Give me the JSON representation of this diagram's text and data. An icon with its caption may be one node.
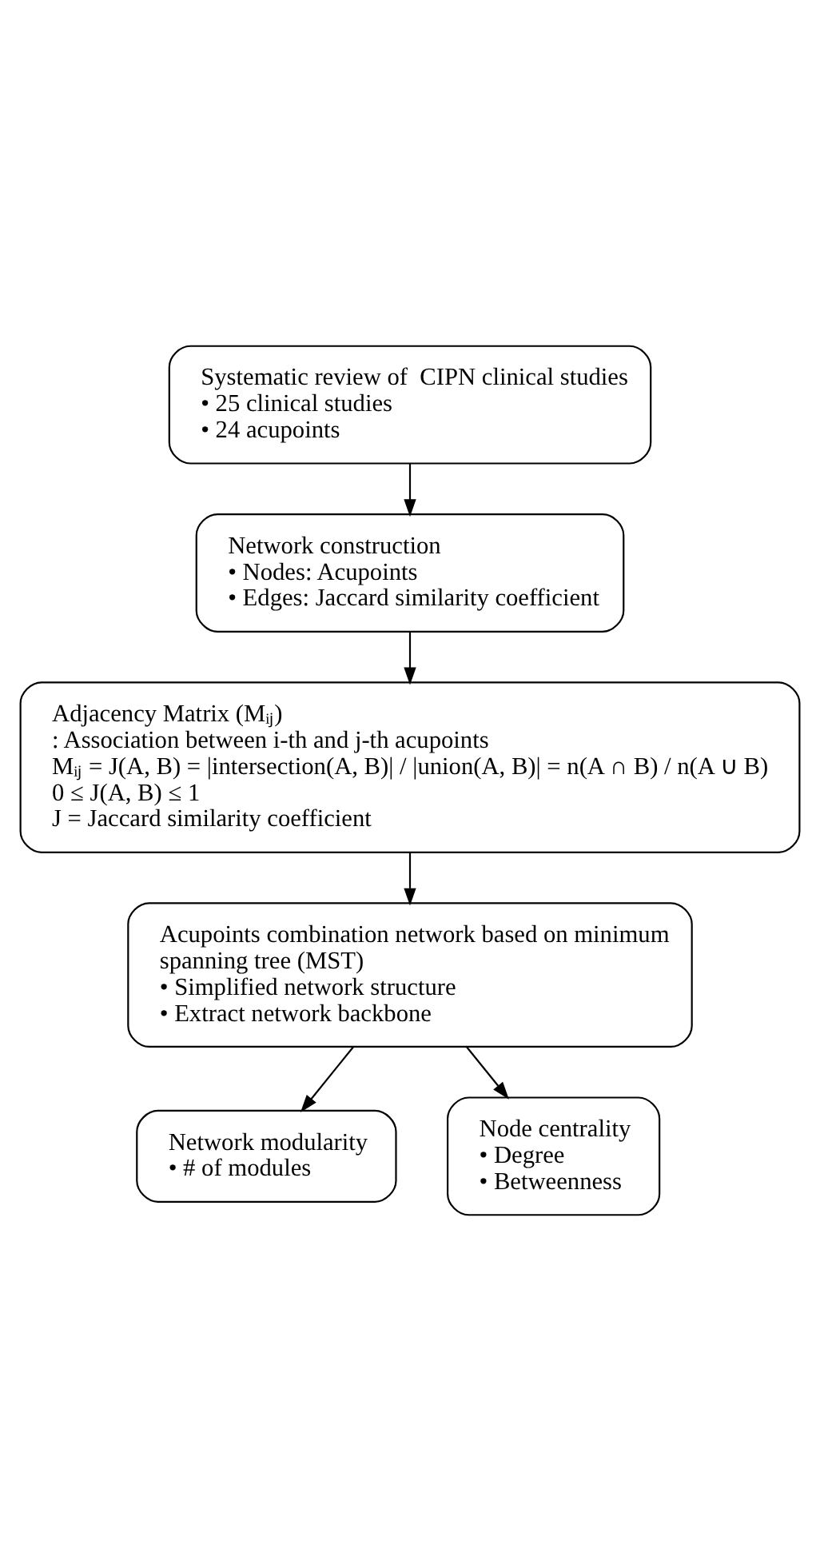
{
  "diagram": {
    "nodes": [
      {
        "text": [
          "Systematic review of  CIPN clinical studies",
          "• 25 clinical studies",
          "• 24 acupoints"
        ]
      },
      {
        "text": [
          "Network construction",
          "• Nodes: Acupoints",
          "• Edges: Jaccard similarity coefficient"
        ]
      },
      {
        "text": [
          "Adjacency Matrix (Mᵢⱼ)",
          ": Association between i-th and j-th acupoints",
          "Mᵢⱼ = J(A, B) = |intersection(A, B)| / |union(A, B)| = n(A ∩ B) / n(A ∪ B)",
          "0 ≤ J(A, B) ≤ 1",
          "J = Jaccard similarity coefficient"
        ]
      },
      {
        "text": [
          "Acupoints combination network based on minimum spanning tree (MST)",
          "• Simplified network structure",
          "• Extract network backbone"
        ]
      },
      {
        "text": [
          "Network modularity",
          "• # of modules"
        ]
      },
      {
        "text": [
          "Node centrality",
          "• Degree",
          "• Betweenness"
        ]
      }
    ],
    "edges": [
      {
        "from": 0,
        "to": 1,
        "arrow": "to"
      },
      {
        "from": 1,
        "to": 2,
        "arrow": "to"
      },
      {
        "from": 2,
        "to": 3,
        "arrow": "to"
      },
      {
        "from": 3,
        "to": 4,
        "arrow": "to"
      },
      {
        "from": 3,
        "to": 5,
        "arrow": "to"
      }
    ]
  }
}
